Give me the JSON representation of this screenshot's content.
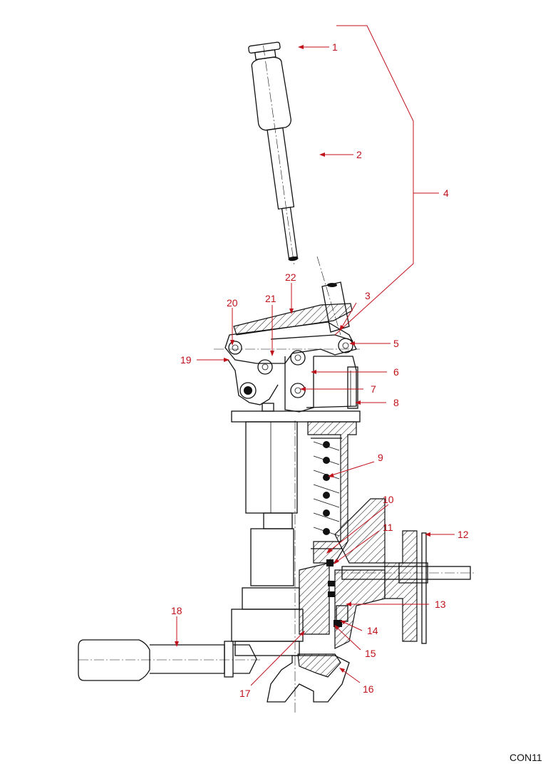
{
  "diagram": {
    "type": "exploded parts diagram",
    "drawing_code": "CON11",
    "accent_color": "#c0121a",
    "line_color": "#111111",
    "callouts": [
      "1",
      "2",
      "3",
      "4",
      "5",
      "6",
      "7",
      "8",
      "9",
      "10",
      "11",
      "12",
      "13",
      "14",
      "15",
      "16",
      "17",
      "18",
      "19",
      "20",
      "21",
      "22"
    ]
  }
}
